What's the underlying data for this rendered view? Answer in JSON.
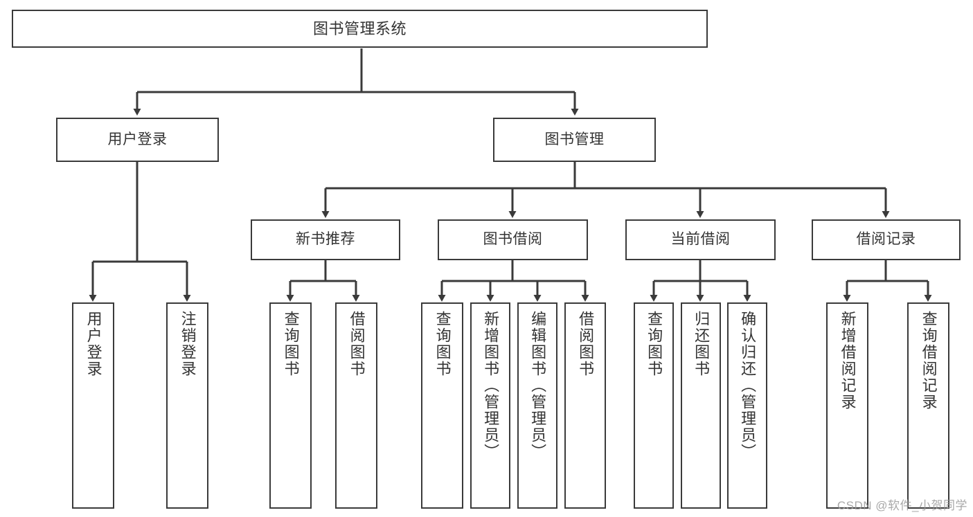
{
  "diagram": {
    "title": "图书管理系统",
    "type": "tree-hierarchy",
    "stroke_color": "#3a3a3a",
    "text_color": "#333333",
    "background": "#ffffff"
  },
  "nodes": {
    "root": {
      "label": "图书管理系统"
    },
    "level2": [
      {
        "id": "user-login",
        "label": "用户登录"
      },
      {
        "id": "book-management",
        "label": "图书管理"
      }
    ],
    "level3": [
      {
        "id": "new-book-recommend",
        "label": "新书推荐"
      },
      {
        "id": "book-borrow",
        "label": "图书借阅"
      },
      {
        "id": "current-borrow",
        "label": "当前借阅"
      },
      {
        "id": "borrow-record",
        "label": "借阅记录"
      }
    ],
    "leaves": {
      "user_login": [
        {
          "id": "leaf-user-login",
          "label": "用户登录"
        },
        {
          "id": "leaf-logout-login",
          "label": "注销登录"
        }
      ],
      "new_book_recommend": [
        {
          "id": "leaf-query-book-1",
          "label": "查询图书"
        },
        {
          "id": "leaf-borrow-book-1",
          "label": "借阅图书"
        }
      ],
      "book_borrow": [
        {
          "id": "leaf-query-book-2",
          "label": "查询图书"
        },
        {
          "id": "leaf-add-book",
          "label": "新增图书（管理员）"
        },
        {
          "id": "leaf-edit-book",
          "label": "编辑图书（管理员）"
        },
        {
          "id": "leaf-borrow-book-2",
          "label": "借阅图书"
        }
      ],
      "current_borrow": [
        {
          "id": "leaf-query-book-3",
          "label": "查询图书"
        },
        {
          "id": "leaf-return-book",
          "label": "归还图书"
        },
        {
          "id": "leaf-confirm-return",
          "label": "确认归还（管理员）"
        }
      ],
      "borrow_record": [
        {
          "id": "leaf-add-borrow-record",
          "label": "新增借阅记录"
        },
        {
          "id": "leaf-query-borrow-record",
          "label": "查询借阅记录"
        }
      ]
    }
  },
  "watermark": {
    "text": "CSDN @软件_小贺同学"
  }
}
